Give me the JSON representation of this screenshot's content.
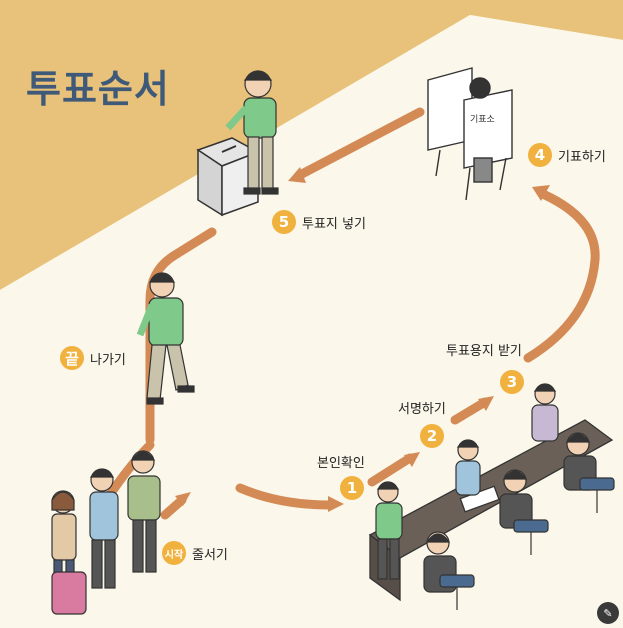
{
  "title": "투표순서",
  "booth_sign": "기표소",
  "colors": {
    "background_gold": "#e8c27a",
    "background_cream": "#fbf7ea",
    "path_arrow": "#d48a55",
    "badge": "#f0b13e",
    "title_text": "#3f5a78"
  },
  "steps": [
    {
      "badge": "시작",
      "label": "줄서기"
    },
    {
      "badge": "1",
      "label": "본인확인"
    },
    {
      "badge": "2",
      "label": "서명하기"
    },
    {
      "badge": "3",
      "label": "투표용지 받기"
    },
    {
      "badge": "4",
      "label": "기표하기"
    },
    {
      "badge": "5",
      "label": "투표지 넣기"
    },
    {
      "badge": "끝",
      "label": "나가기"
    }
  ],
  "icons": {
    "corner": "edit-icon"
  }
}
